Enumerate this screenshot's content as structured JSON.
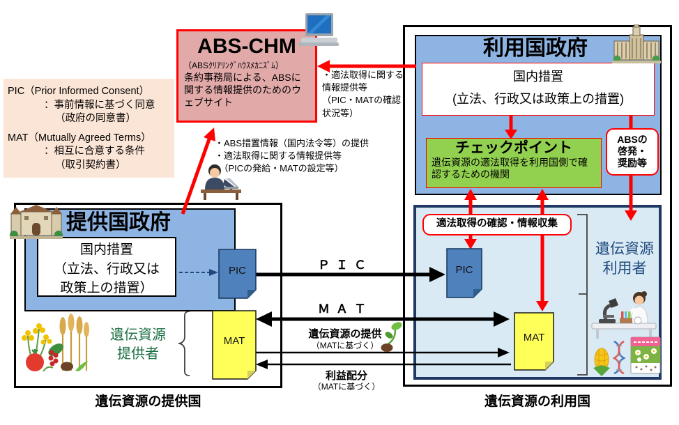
{
  "defs": {
    "pic_title": "PIC（Prior Informed Consent）",
    "pic_l1": "：事前情報に基づく同意",
    "pic_l2": "（政府の同意書）",
    "mat_title": "MAT（Mutually Agreed Terms）",
    "mat_l1": "：相互に合意する条件",
    "mat_l2": "（取引契約書）"
  },
  "abs_chm": {
    "title": "ABS-CHM",
    "subtitle": "（ABSｸﾘｱﾘﾝｸﾞﾊｳｽﾒｶﾆｽﾞﾑ）",
    "body": "条約事務局による、ABSに関する情報提供のためのウェブサイト"
  },
  "notes": {
    "user_to_chm": "・適法取得に関する\n情報提供等\n（PIC・MATの確認\n状況等）",
    "provider_to_chm": "・ABS措置情報（国内法令等）の提供\n・適法取得に関する情報提供等\n　（PICの発給・MATの設定等）"
  },
  "user_gov": {
    "title": "利用国政府",
    "measures": "国内措置\n(立法、行政又は政策上の措置)",
    "checkpoint_title": "チェックポイント",
    "checkpoint_body": "遺伝資源の適法取得を利用国側で確認するための機関",
    "abs_promo": "ABSの\n啓発・\n奨励等"
  },
  "user_area": {
    "confirm_label": "適法取得の確認・情報収集",
    "pic": "PIC",
    "mat": "MAT",
    "label": "遺伝資源\n利用者"
  },
  "provider_gov": {
    "title": "提供国政府",
    "measures": "国内措置\n（立法、行政又は\n政策上の措置）"
  },
  "provider_area": {
    "pic": "PIC",
    "mat": "MAT",
    "label": "遺伝資源\n提供者"
  },
  "flows": {
    "pic": "ＰＩＣ",
    "mat": "ＭＡＴ",
    "provide": "遺伝資源の提供",
    "provide_sub": "（MATに基づく）",
    "benefit": "利益配分",
    "benefit_sub": "（MATに基づく）"
  },
  "captions": {
    "provider": "遺伝資源の提供国",
    "user": "遺伝資源の利用国"
  },
  "icons": [
    "laptop-icon",
    "diet-building-icon",
    "museum-building-icon",
    "person-at-laptop-icon",
    "plants-icon",
    "sprout-icon",
    "researcher-icon",
    "corn-dna-icon",
    "seed-packet-icon"
  ],
  "colors": {
    "red_arrow": "#FF0000",
    "gov_blue": "#8EB4E3",
    "chm_pink": "#E2A9A9",
    "checkpoint_green": "#92D050",
    "user_area_blue": "#D9EAF4",
    "navy_border": "#1F3864",
    "doc_blue": "#4F81BD",
    "doc_yellow": "#FFFF5A",
    "defs_beige": "#FBE5D6",
    "provider_label_green": "#1E7145",
    "user_label_navy": "#1F497D"
  }
}
